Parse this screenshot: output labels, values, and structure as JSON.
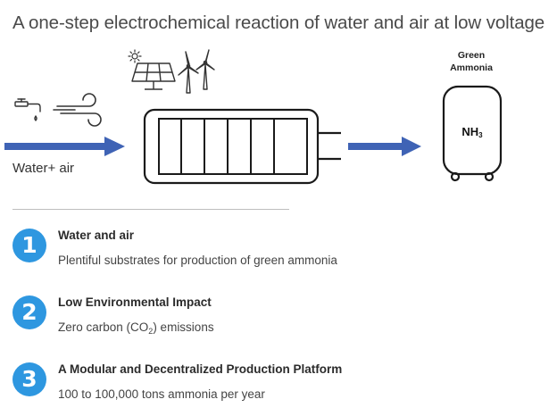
{
  "title": "A one-step electrochemical reaction of water and air at low voltage",
  "diagram": {
    "input_label": "Water+ air",
    "tank_label_line1": "Green",
    "tank_label_line2": "Ammonia",
    "tank_formula_main": "NH",
    "tank_formula_sub": "3",
    "arrow_color": "#3f63b5"
  },
  "features": [
    {
      "number": "1",
      "title": "Water and air",
      "description": "Plentiful substrates for production of green ammonia"
    },
    {
      "number": "2",
      "title": "Low Environmental Impact",
      "description_pre": "Zero carbon (",
      "description_chem": "CO",
      "description_sub": "2",
      "description_post": ") emissions"
    },
    {
      "number": "3",
      "title": "A Modular and Decentralized Production Platform",
      "description": "100 to 100,000 tons ammonia per year"
    }
  ],
  "badge_color": "#2e97e0"
}
